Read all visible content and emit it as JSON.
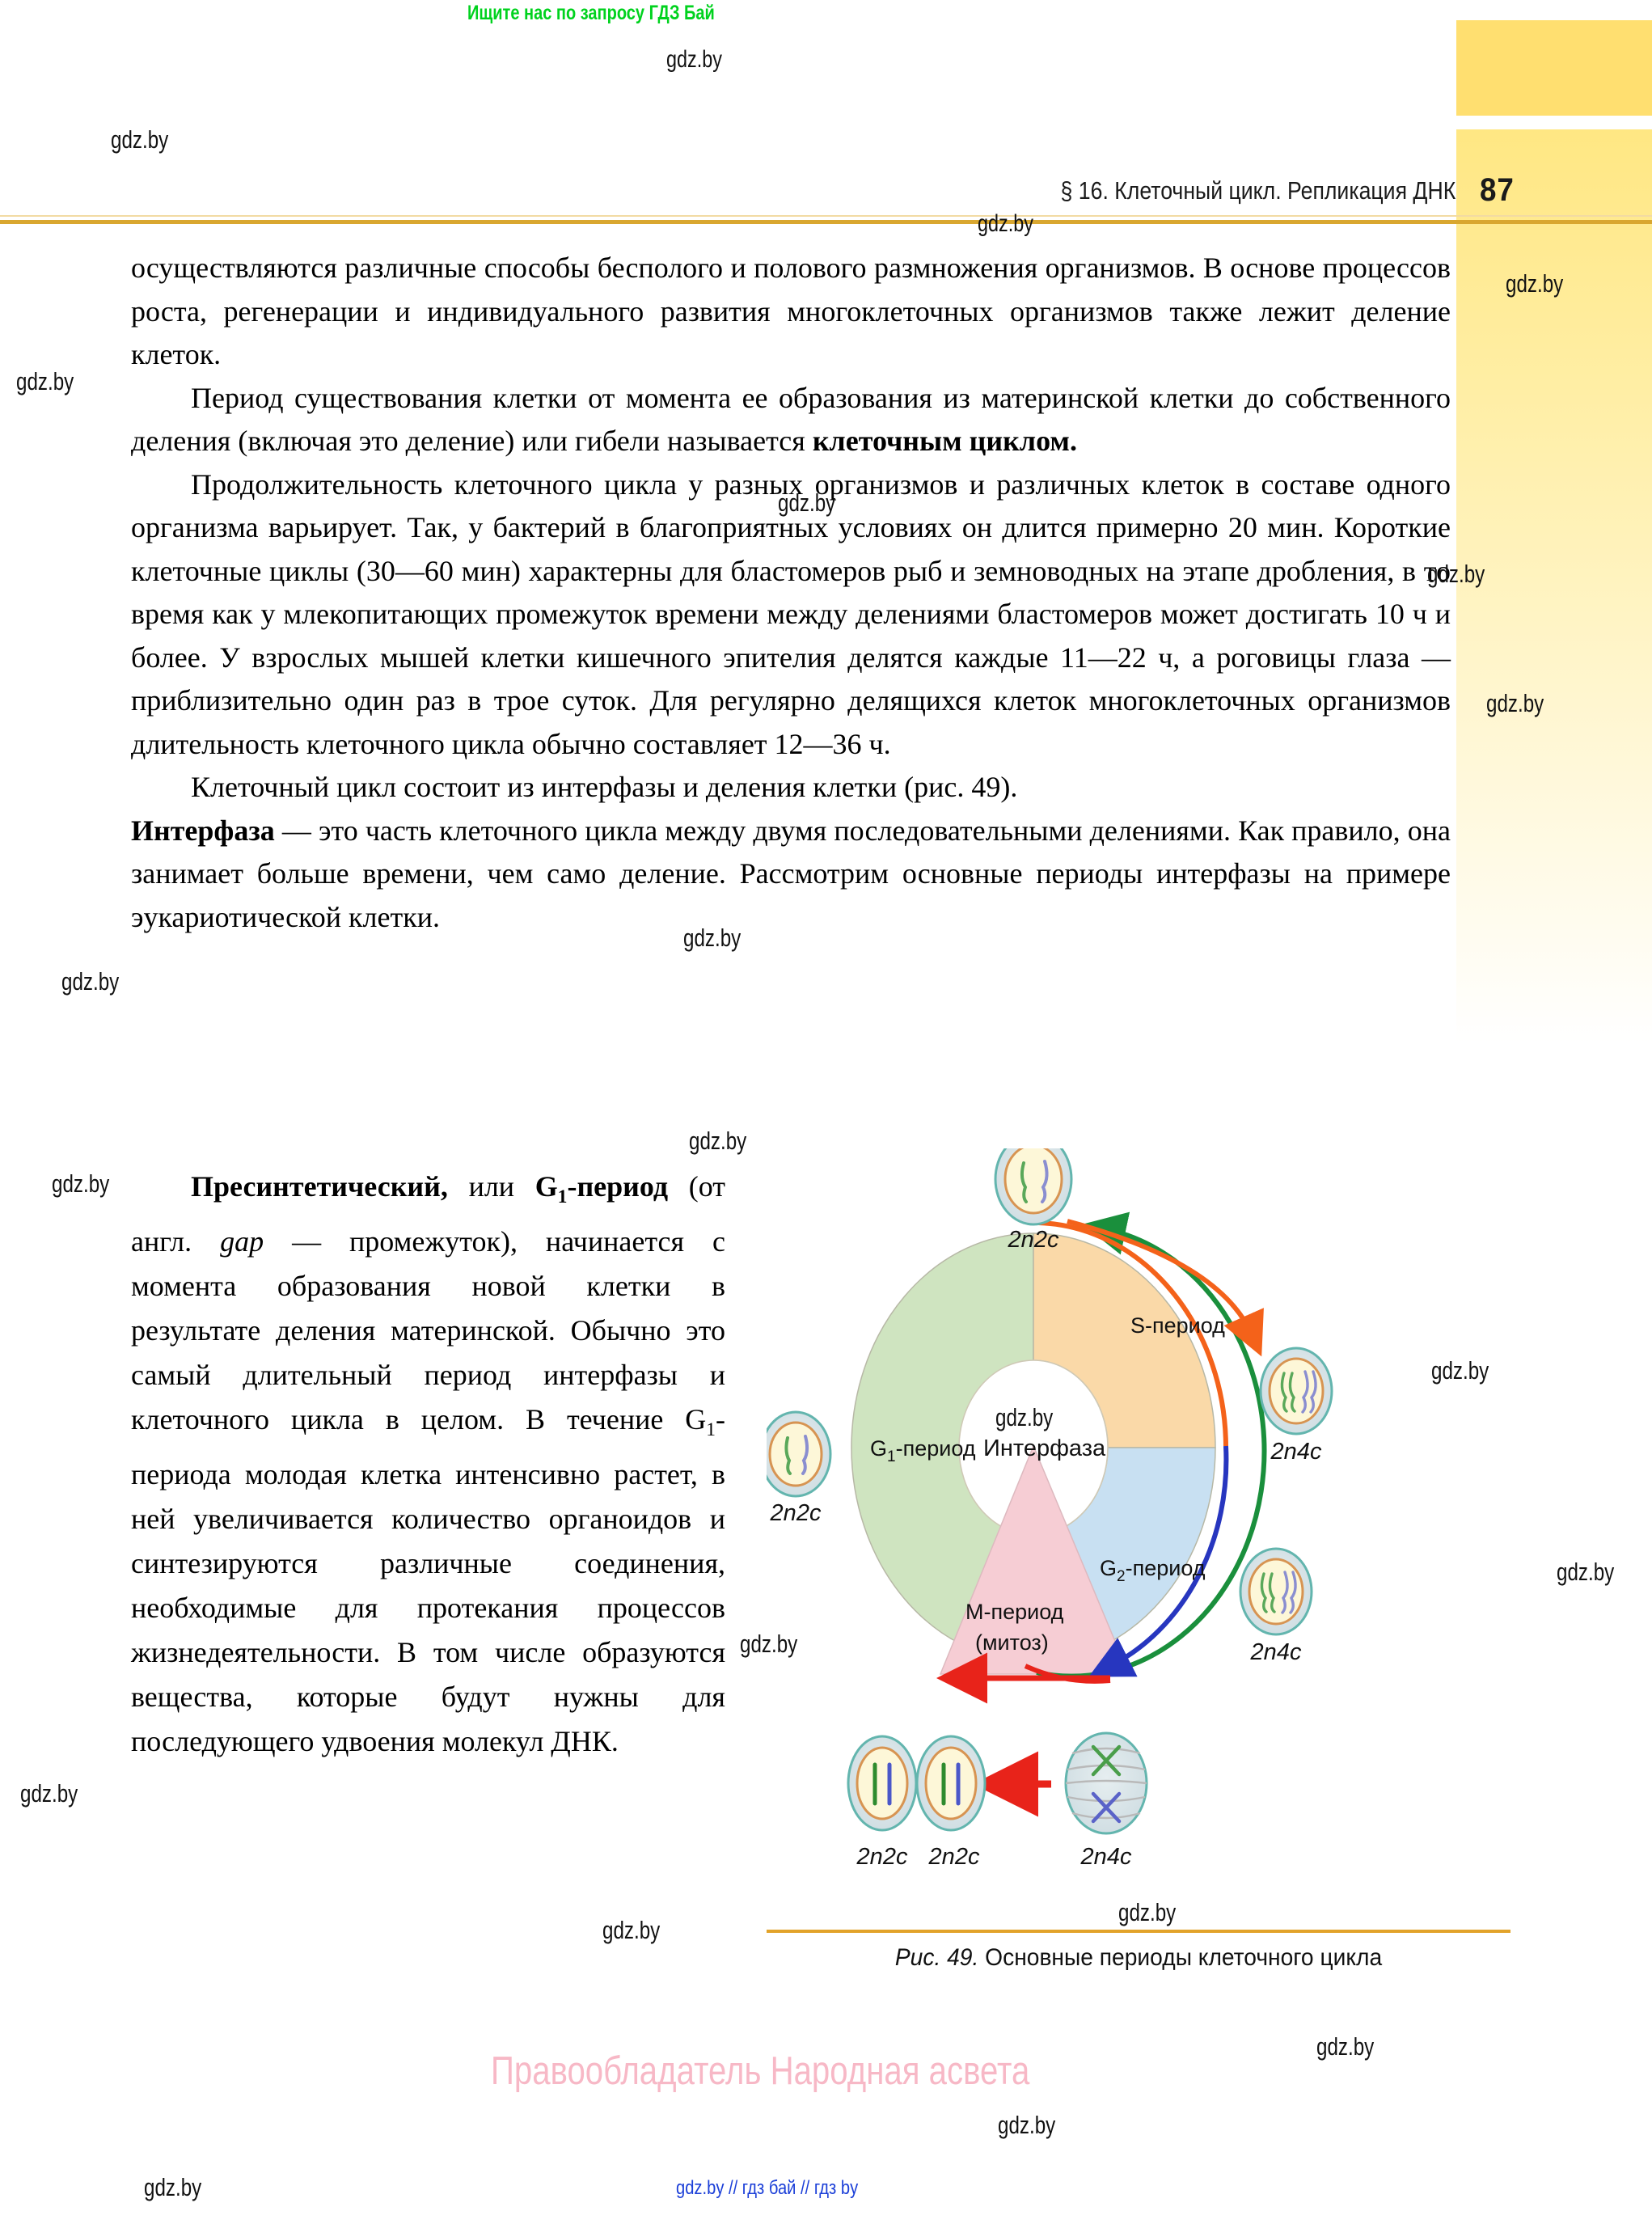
{
  "header": {
    "section_title": "§ 16. Клеточный цикл. Репликация ДНК",
    "page_number": "87"
  },
  "body": {
    "para1": "осуществляются различные способы бесполого и полового размножения организмов. В основе процессов роста, регенерации и индивидуального развития многоклеточных организмов также лежит деление клеток.",
    "para2_a": "Период существования клетки от момента ее образования из материнской клетки до собственного деления (включая это деление) или гибели называется ",
    "para2_bold": "клеточным циклом.",
    "para3": "Продолжительность клеточного цикла у разных организмов и различных клеток в составе одного организма варьирует. Так, у бактерий в благоприятных условиях он длится примерно 20 мин. Короткие клеточные циклы (30—60 мин) характерны для бластомеров рыб и земноводных на этапе дробления, в то время как у млекопитающих промежуток времени между делениями бластомеров может достигать 10 ч и более. У взрослых мышей клетки кишечного эпителия делятся каждые 11—22 ч, а роговицы глаза — приблизительно один раз в трое суток. Для регулярно делящихся клеток многоклеточных организмов длительность клеточного цикла обычно составляет 12—36 ч.",
    "para4": "Клеточный цикл состоит из интерфазы и деления клетки (рис. 49).",
    "para5_bold": "Интерфаза",
    "para5_rest": " — это часть клеточного цикла между двумя последовательными делениями. Как правило, она занимает больше времени, чем само деление. Рассмотрим основные периоды интерфазы на примере эукариотической клетки.",
    "para6_bold_a": "Пресинтетический,",
    "para6_mid": " или ",
    "para6_bold_b": "G",
    "para6_bold_sub": "1",
    "para6_bold_c": "-период",
    "para6_rest_a": " (от англ. ",
    "para6_italic": "gap",
    "para6_rest_b": " — промежуток), начинается с момента образования новой клетки в результате деления материнской. Обычно это самый длительный период интерфазы и клеточного цикла в целом. В течение G",
    "para6_sub": "1",
    "para6_rest_c": "-периода молодая клетка интенсивно растет, в ней увеличивается количество органоидов и синтезируются различные соединения, необходимые для протекания процессов жизнедеятельности. В том числе образуются вещества, которые будут нужны для последующего удвоения молекул ДНК."
  },
  "figure": {
    "caption_prefix": "Рис. 49.",
    "caption_text": " Основные периоды клеточного цикла",
    "center_label": "Интерфаза",
    "sectors": [
      {
        "label_main": "G",
        "label_sub": "1",
        "label_suffix": "-период",
        "color": "#cfe4c0"
      },
      {
        "label_main": "S",
        "label_sub": "",
        "label_suffix": "-период",
        "color": "#fad9a8"
      },
      {
        "label_main": "G",
        "label_sub": "2",
        "label_suffix": "-период",
        "color": "#c8e0f2"
      },
      {
        "label_main": "M",
        "label_sub": "",
        "label_suffix": "-период",
        "color": "#f6cdd4"
      }
    ],
    "mitosis_sub_label": "(митоз)",
    "cell_labels": {
      "top": "2n2c",
      "left": "2n2c",
      "right_upper": "2n4c",
      "right_lower": "2n4c",
      "bottom_right": "2n4c",
      "bottom_mid_a": "2n2c",
      "bottom_mid_b": "2n2c"
    },
    "arrow_colors": {
      "g1": "#1a8f3c",
      "s": "#f4621a",
      "g2": "#2736bf",
      "m": "#e8231a"
    }
  },
  "watermarks": {
    "top_banner": "Ищите нас по запросу ГДЗ Бай",
    "copyright": "Правообладатель Народная асвета",
    "footer_links": "gdz.by //  гдз бай //  гдз by",
    "site": "gdz.by"
  }
}
